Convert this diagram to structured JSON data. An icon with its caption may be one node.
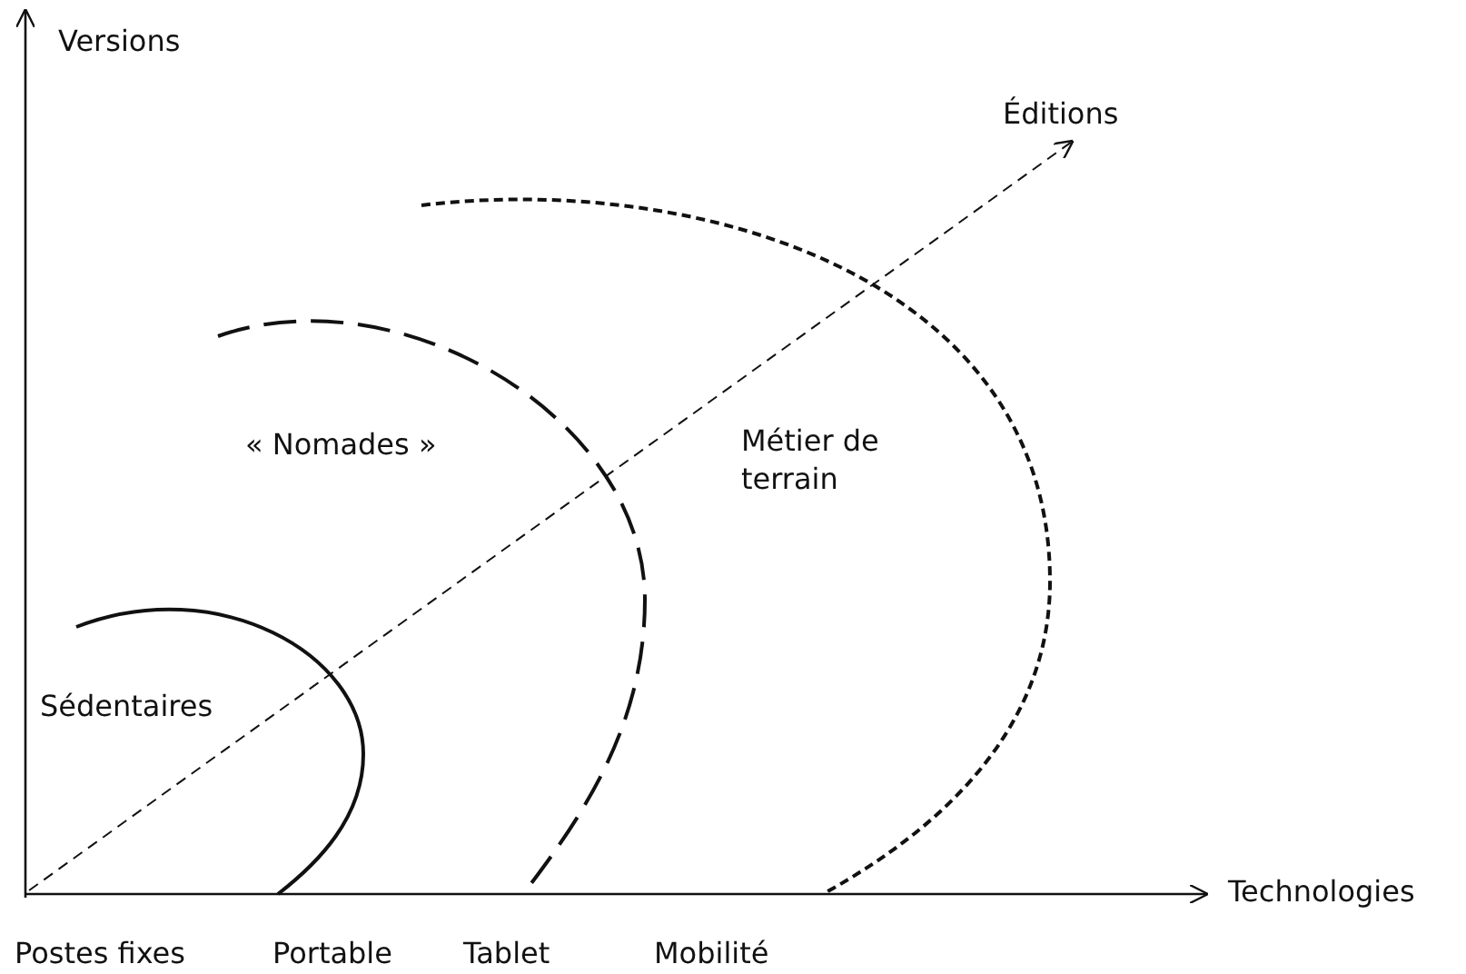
{
  "diagram": {
    "labels": [
      "Versions",
      "Éditions",
      "« Nomades »",
      "Métier de terrain",
      "Sédentaires",
      "Technologies",
      "Postes fixes",
      "Portable",
      "Tablet",
      "Mobilité"
    ]
  }
}
